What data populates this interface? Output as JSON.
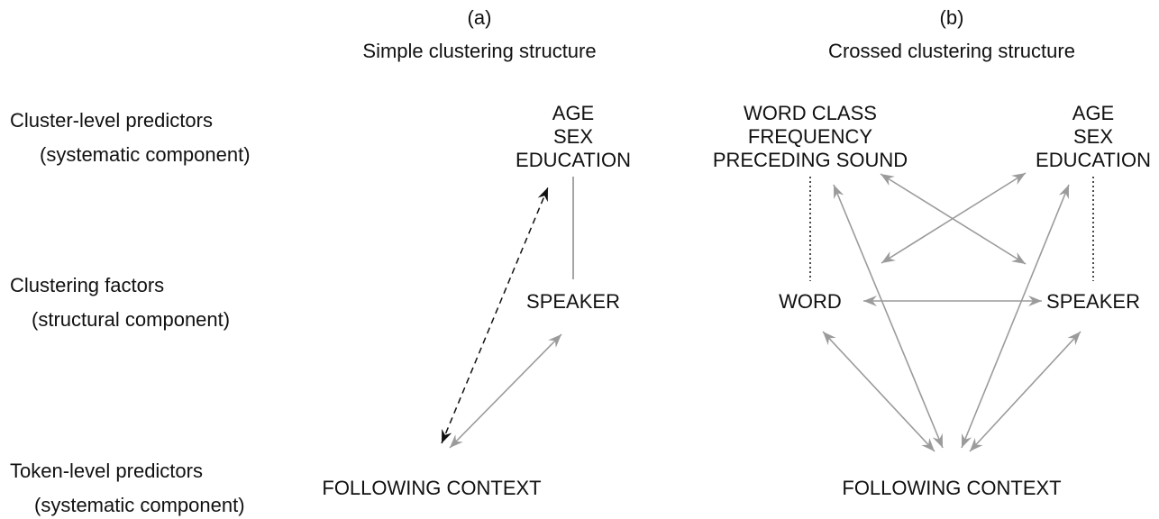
{
  "colors": {
    "gray": "#9b9b9b",
    "black": "#111111",
    "background": "#ffffff"
  },
  "left_labels": {
    "cluster": [
      "Cluster-level predictors",
      "(systematic component)"
    ],
    "clustering": [
      "Clustering factors",
      "(structural component)"
    ],
    "token": [
      "Token-level predictors",
      "(systematic component)"
    ]
  },
  "panel_a": {
    "letter": "(a)",
    "title": "Simple clustering structure",
    "predictors": [
      "AGE",
      "SEX",
      "EDUCATION"
    ],
    "factor": "SPEAKER",
    "token": "FOLLOWING CONTEXT"
  },
  "panel_b": {
    "letter": "(b)",
    "title": "Crossed clustering structure",
    "word_predictors": [
      "WORD CLASS",
      "FREQUENCY",
      "PRECEDING SOUND"
    ],
    "speaker_predictors": [
      "AGE",
      "SEX",
      "EDUCATION"
    ],
    "factor_word": "WORD",
    "factor_speaker": "SPEAKER",
    "token": "FOLLOWING CONTEXT"
  }
}
